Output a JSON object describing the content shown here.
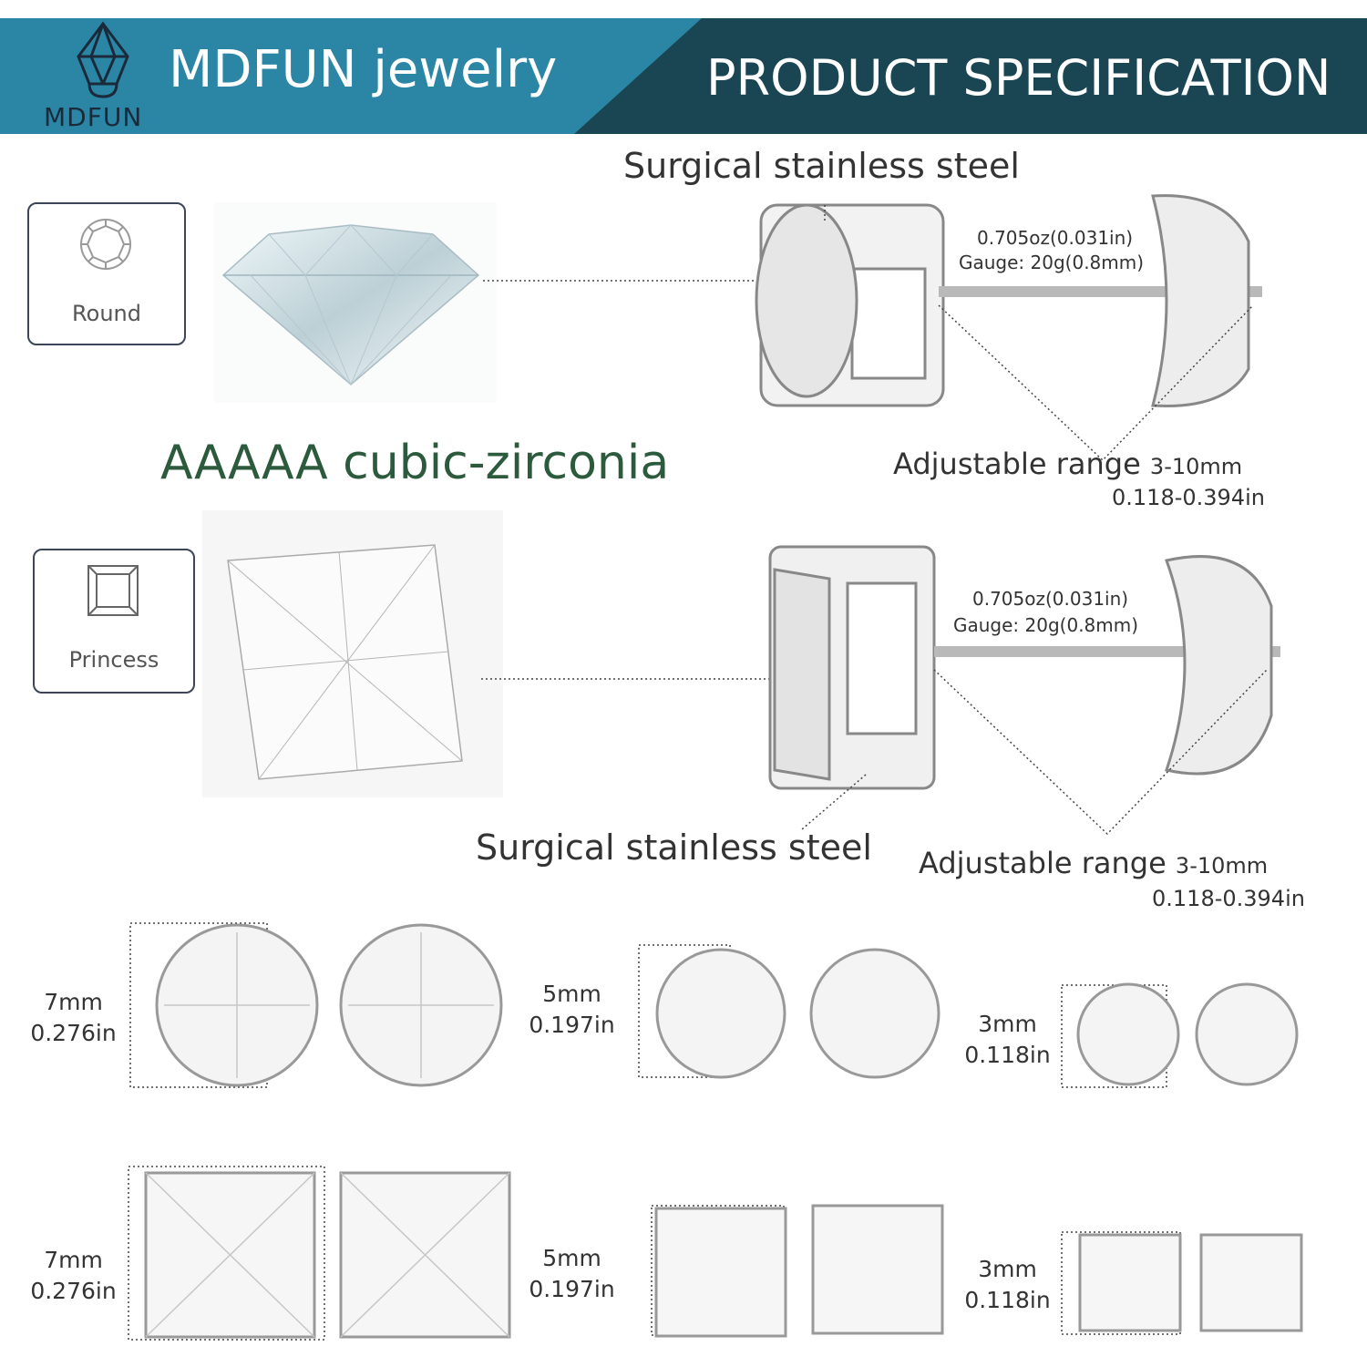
{
  "header": {
    "logo_text": "MDFUN",
    "brand_title": "MDFUN jewelry",
    "spec_title": "PRODUCT SPECIFICATION"
  },
  "colors": {
    "header_left": "#2b86a6",
    "header_right": "#1a4552",
    "accent_green": "#2c5a3c"
  },
  "round": {
    "badge_label": "Round",
    "material_label": "Surgical stainless steel",
    "weight_label": "0.705oz(0.031in)",
    "gauge_label": "Gauge: 20g(0.8mm)",
    "range_label": "Adjustable range",
    "range_mm": "3-10mm",
    "range_in": "0.118-0.394in"
  },
  "stone_grade": "AAAAA cubic-zirconia",
  "princess": {
    "badge_label": "Princess",
    "material_label": "Surgical stainless steel",
    "weight_label": "0.705oz(0.031in)",
    "gauge_label": "Gauge: 20g(0.8mm)",
    "range_label": "Adjustable range",
    "range_mm": "3-10mm",
    "range_in": "0.118-0.394in"
  },
  "sizes_round": [
    {
      "mm": "7mm",
      "in": "0.276in"
    },
    {
      "mm": "5mm",
      "in": "0.197in"
    },
    {
      "mm": "3mm",
      "in": "0.118in"
    }
  ],
  "sizes_princess": [
    {
      "mm": "7mm",
      "in": "0.276in"
    },
    {
      "mm": "5mm",
      "in": "0.197in"
    },
    {
      "mm": "3mm",
      "in": "0.118in"
    }
  ]
}
